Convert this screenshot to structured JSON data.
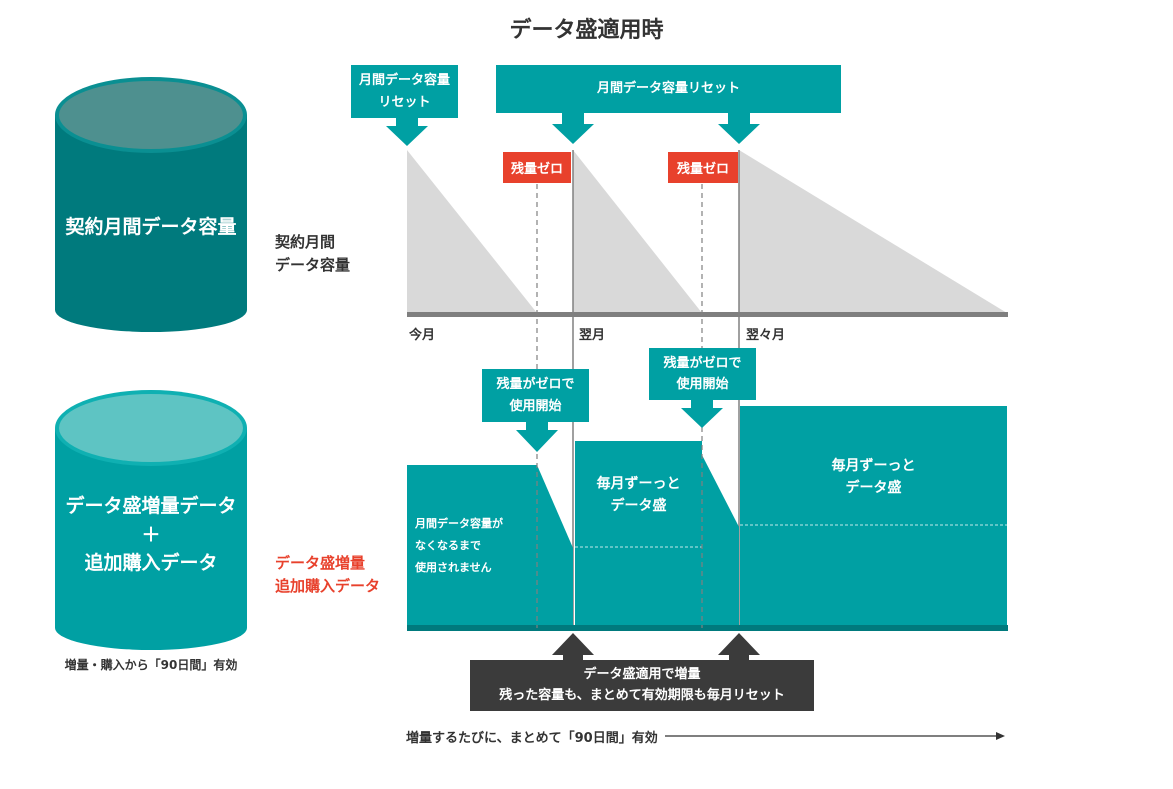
{
  "title": "データ盛適用時",
  "cylinder_top": {
    "label": "契約月間データ容量"
  },
  "cylinder_bottom": {
    "label": "データ盛増量データ\n＋\n追加購入データ",
    "caption": "増量・購入から「90日間」有効"
  },
  "row_labels": {
    "top": "契約月間\nデータ容量",
    "bottom": "データ盛増量\n追加購入データ"
  },
  "reset_boxes": {
    "first": "月間データ容量\nリセット",
    "second": "月間データ容量リセット"
  },
  "zero_badges": [
    "残量ゼロ",
    "残量ゼロ"
  ],
  "months": [
    "今月",
    "翌月",
    "翌々月"
  ],
  "usage_start_boxes": [
    "残量がゼロで\n使用開始",
    "残量がゼロで\n使用開始"
  ],
  "bottom_cells": {
    "first": "月間データ容量が\nなくなるまで\n使用されません",
    "second": "毎月ずーっと\nデータ盛",
    "third": "毎月ずーっと\nデータ盛"
  },
  "apply_box": "データ盛適用で増量\n残った容量も、まとめて有効期限も毎月リセット",
  "footer_note": "増量するたびに、まとめて「90日間」有効",
  "colors": {
    "teal": "#00a0a3",
    "dark_teal": "#007a7d",
    "red": "#e8412c",
    "gray": "#d9d9d9",
    "dark": "#3b3b3b"
  }
}
